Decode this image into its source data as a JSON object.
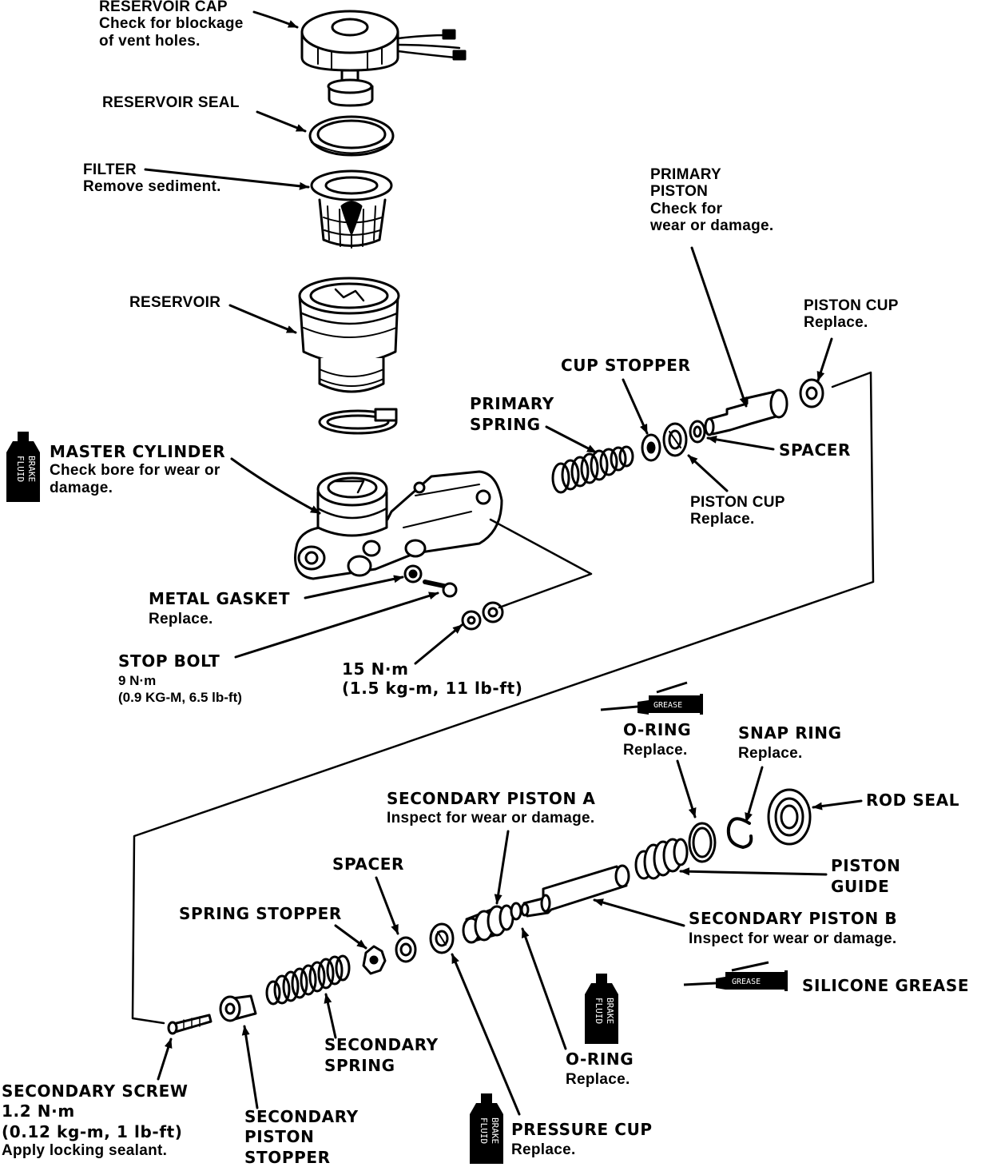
{
  "labels": {
    "reservoir_cap": {
      "title": "RESERVOIR CAP",
      "note1": "Check for blockage",
      "note2": "of vent holes."
    },
    "reservoir_seal": {
      "title": "RESERVOIR SEAL"
    },
    "filter": {
      "title": "FILTER",
      "note": "Remove sediment."
    },
    "reservoir": {
      "title": "RESERVOIR"
    },
    "master_cylinder": {
      "title": "MASTER CYLINDER",
      "note1": "Check bore for wear or",
      "note2": "damage."
    },
    "metal_gasket": {
      "title": "METAL GASKET",
      "note": "Replace."
    },
    "stop_bolt": {
      "title": "STOP BOLT",
      "torque1": "9 N·m",
      "torque2": "(0.9 KG-M, 6.5 lb-ft)"
    },
    "nut_torque": {
      "line1": "15 N·m",
      "line2": "(1.5 kg-m, 11 lb-ft)"
    },
    "primary_piston": {
      "title1": "PRIMARY",
      "title2": "PISTON",
      "note1": "Check for",
      "note2": "wear or damage."
    },
    "piston_cup_top": {
      "title": "PISTON CUP",
      "note": "Replace."
    },
    "cup_stopper": {
      "title": "CUP STOPPER"
    },
    "primary_spring": {
      "title1": "PRIMARY",
      "title2": "SPRING"
    },
    "spacer_top": {
      "title": "SPACER"
    },
    "piston_cup_mid": {
      "title": "PISTON CUP",
      "note": "Replace."
    },
    "o_ring_top": {
      "title": "O-RING",
      "note": "Replace."
    },
    "snap_ring": {
      "title": "SNAP RING",
      "note": "Replace."
    },
    "rod_seal": {
      "title": "ROD SEAL"
    },
    "secondary_piston_a": {
      "title": "SECONDARY PISTON A",
      "note": "Inspect for wear or damage."
    },
    "piston_guide": {
      "title1": "PISTON",
      "title2": "GUIDE"
    },
    "spacer_bottom": {
      "title": "SPACER"
    },
    "spring_stopper": {
      "title": "SPRING STOPPER"
    },
    "secondary_piston_b": {
      "title": "SECONDARY PISTON B",
      "note": "Inspect for wear or damage."
    },
    "silicone_grease": {
      "title": "SILICONE GREASE"
    },
    "secondary_spring": {
      "title1": "SECONDARY",
      "title2": "SPRING"
    },
    "o_ring_bottom": {
      "title": "O-RING",
      "note": "Replace."
    },
    "secondary_screw": {
      "title": "SECONDARY SCREW",
      "torque1": "1.2 N·m",
      "torque2": "(0.12 kg-m, 1 lb-ft)",
      "note": "Apply locking sealant."
    },
    "secondary_piston_stopper": {
      "title1": "SECONDARY",
      "title2": "PISTON",
      "title3": "STOPPER"
    },
    "pressure_cup": {
      "title": "PRESSURE CUP",
      "note": "Replace."
    }
  },
  "icons": {
    "brake_fluid_bottle": {
      "line1": "BRAKE",
      "line2": "FLUID"
    },
    "grease_tube": {
      "text": "GREASE"
    }
  },
  "colors": {
    "ink": "#000000",
    "paper": "#ffffff"
  }
}
